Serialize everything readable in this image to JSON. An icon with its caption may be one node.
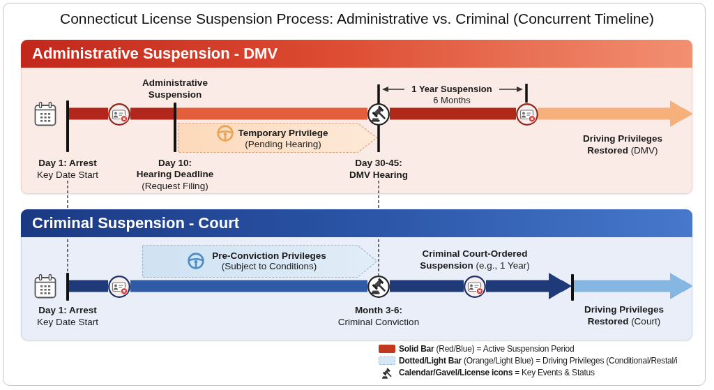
{
  "diagram": {
    "title": "Connecticut License Suspension Process: Administrative vs. Criminal (Concurrent Timeline)",
    "nodes": [
      {
        "text": [
          "Administrative Suspension - DMV"
        ]
      },
      {
        "text": [],
        "shape": "bar",
        "in": 0
      },
      {
        "text": [],
        "shape": "circle",
        "in": 0
      },
      {
        "text": [],
        "shape": "bar",
        "in": 0,
        "beside": [
          "Administrative Suspension",
          "Day 10:",
          "Hearing Deadline",
          "(Request Filing)"
        ]
      },
      {
        "text": [
          "Temporary Privilege",
          "(Pending Hearing)"
        ],
        "in": 0
      },
      {
        "text": [],
        "shape": "circle",
        "in": 0
      },
      {
        "text": [],
        "shape": "circle",
        "in": 0
      },
      {
        "text": [
          "Day 1: Arrest",
          "Key Date Start"
        ],
        "in": 0
      },
      {
        "text": [
          "Day 30-45: DMV Hearing"
        ],
        "in": 0
      },
      {
        "text": [
          "Criminal Suspension - Court"
        ]
      },
      {
        "text": [],
        "shape": "bar",
        "in": 9,
        "beside": [
          "Day 1: Arrest",
          "Key Date Start"
        ]
      },
      {
        "text": [],
        "shape": "circle",
        "in": 9
      },
      {
        "text": [
          "Pre-Conviction Privileges",
          "(Subject to Conditions)"
        ],
        "in": 9
      },
      {
        "text": [],
        "shape": "circle",
        "in": 9,
        "beside": [
          "Month 3-6:",
          "Criminal Conviction"
        ]
      },
      {
        "text": [],
        "shape": "circle",
        "in": 9,
        "beside": [
          "**Criminal Court-Ordered Suspension** (e.g., 1 Year)"
        ]
      },
      {
        "text": [],
        "shape": "bar",
        "in": 9
      }
    ],
    "edges": [
      {
        "from": 1,
        "to": 2,
        "arrow": "none",
        "color": "#b3261b"
      },
      {
        "from": 2,
        "to": 3,
        "arrow": "none",
        "color": "#b3261b"
      },
      {
        "from": 3,
        "to": 5,
        "arrow": "none",
        "color": "#e45e3c"
      },
      {
        "from": 5,
        "to": 6,
        "arrow": "none",
        "color": "#b02818"
      },
      {
        "from": 6,
        "to": null,
        "arrow": "to",
        "color": "#f6b07c"
      },
      {
        "from": 7,
        "to": 10,
        "arrow": "none",
        "style": "dashed"
      },
      {
        "from": 8,
        "to": 13,
        "arrow": "none",
        "style": "dashed"
      },
      {
        "from": 10,
        "to": 11,
        "arrow": "none",
        "color": "#1e3a78"
      },
      {
        "from": 11,
        "to": 13,
        "arrow": "none",
        "color": "#2f5aa6"
      },
      {
        "from": 13,
        "to": 14,
        "arrow": "none",
        "color": "#1e3a78"
      },
      {
        "from": 14,
        "to": 15,
        "arrow": "to",
        "color": "#1e3a78"
      },
      {
        "from": 15,
        "to": null,
        "arrow": "to",
        "color": "#86b6e2"
      }
    ],
    "labels": [
      "1 Year Suspension",
      "6 Months",
      "**Driving Privileges Restored** (DMV)",
      "**Driving Privileges Restored** (Court)"
    ],
    "legend": [
      {
        "text": "**Solid Bar** (Red/Blue) = Active Suspension Period",
        "color": "#c0391f"
      },
      {
        "text": "**Dotted/Light Bar** (Orange/Light Blue) = Driving Privileges (Conditional/Restal/i",
        "color": "#d6e7f5"
      },
      {
        "text": "**Calendar/Gavel/License icons** = Key Events & Status"
      }
    ]
  }
}
